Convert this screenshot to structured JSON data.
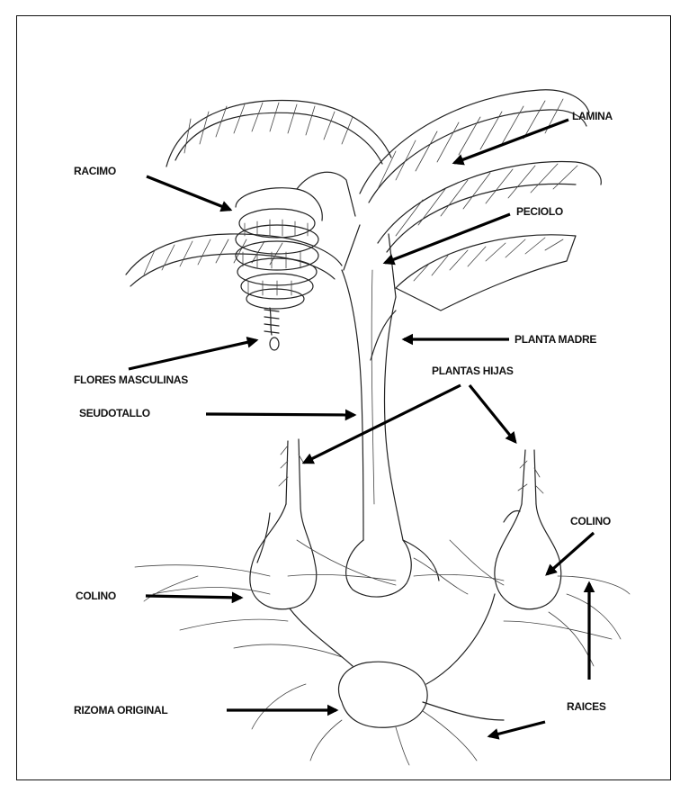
{
  "labels": {
    "lamina": "LAMINA",
    "racimo": "RACIMO",
    "peciolo": "PECIOLO",
    "planta_madre": "PLANTA MADRE",
    "flores_masculinas": "FLORES MASCULINAS",
    "plantas_hijas": "PLANTAS HIJAS",
    "seudotallo": "SEUDOTALLO",
    "colino_left": "COLINO",
    "colino_right": "COLINO",
    "rizoma_original": "RIZOMA ORIGINAL",
    "raices": "RAICES"
  }
}
